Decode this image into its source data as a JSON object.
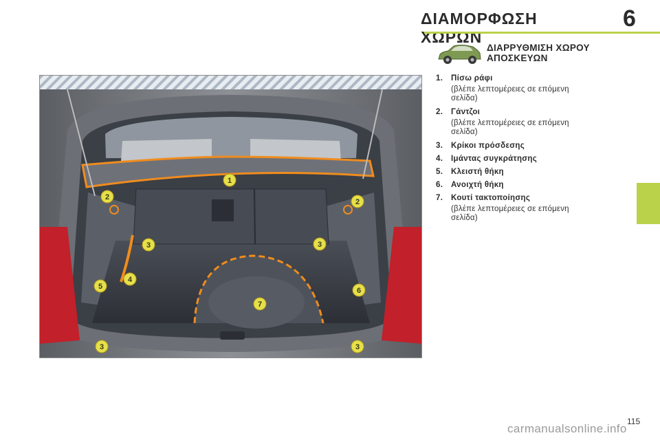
{
  "header": {
    "title": "ΔΙΑΜΟΡΦΩΣΗ ΧΩΡΩΝ",
    "chapter": "6"
  },
  "section": {
    "title_line1": "ΔΙΑΡΡΥΘΜΙΣΗ ΧΩΡΟΥ",
    "title_line2": "ΑΠΟΣΚΕΥΩΝ",
    "icon": "car-icon"
  },
  "items": [
    {
      "num": "1.",
      "label": "Πίσω ράφι",
      "note_line1": "(βλέπε λεπτομέρειες σε επόμενη",
      "note_line2": "σελίδα)"
    },
    {
      "num": "2.",
      "label": "Γάντζοι",
      "note_line1": "(βλέπε λεπτομέρειες σε επόμενη",
      "note_line2": "σελίδα)"
    },
    {
      "num": "3.",
      "label": "Κρίκοι πρόσδεσης"
    },
    {
      "num": "4.",
      "label": "Ιμάντας συγκράτησης"
    },
    {
      "num": "5.",
      "label": "Κλειστή θήκη"
    },
    {
      "num": "6.",
      "label": "Ανοιχτή θήκη"
    },
    {
      "num": "7.",
      "label": "Κουτί τακτοποίησης",
      "note_line1": "(βλέπε λεπτομέρειες σε επόμενη",
      "note_line2": "σελίδα)"
    }
  ],
  "callouts": {
    "c1": "1",
    "c2a": "2",
    "c2b": "2",
    "c3a": "3",
    "c3b": "3",
    "c3c": "3",
    "c3d": "3",
    "c4": "4",
    "c5": "5",
    "c6": "6",
    "c7": "7"
  },
  "colors": {
    "accent": "#b9d24a",
    "callout": "#e6e04a",
    "outline": "#f08c1e"
  },
  "footer": {
    "page_number": "115",
    "watermark": "carmanualsonline.info"
  }
}
